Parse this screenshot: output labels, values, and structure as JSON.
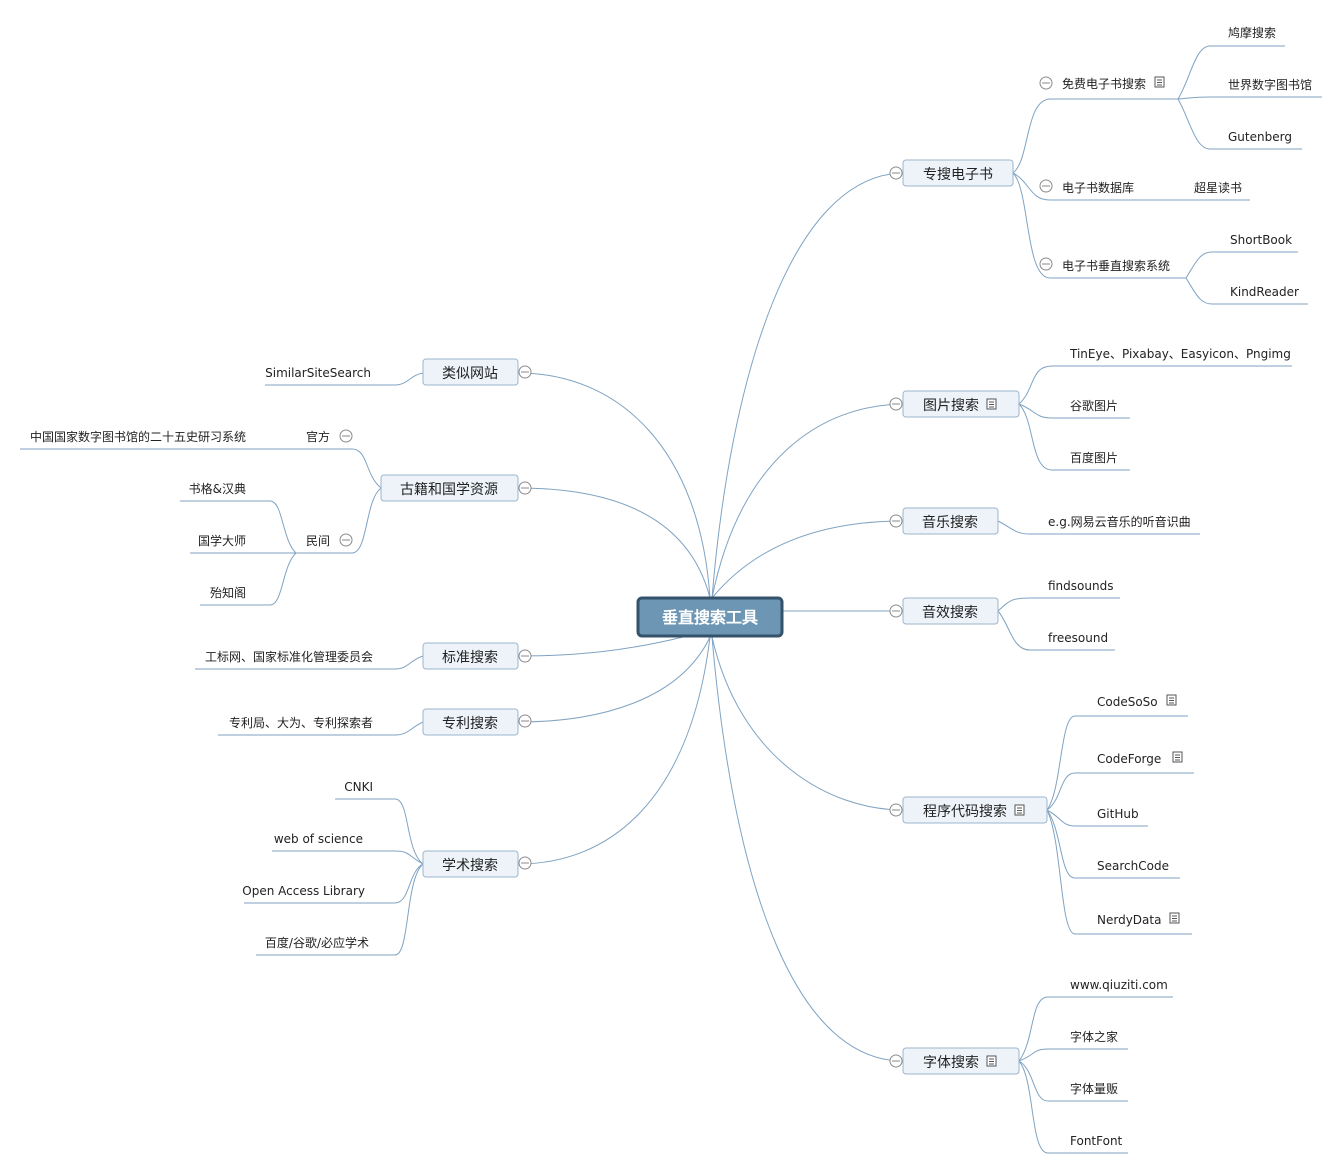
{
  "root": {
    "label": "垂直搜索工具"
  },
  "right": {
    "ebook": {
      "label": "专搜电子书",
      "free": {
        "label": "免费电子书搜索",
        "items": [
          "鸠摩搜索",
          "世界数字图书馆",
          "Gutenberg"
        ]
      },
      "db": {
        "label": "电子书数据库",
        "items": [
          "超星读书"
        ]
      },
      "vertical": {
        "label": "电子书垂直搜索系统",
        "items": [
          "ShortBook",
          "KindReader"
        ]
      }
    },
    "image": {
      "label": "图片搜索",
      "items": [
        "TinEye、Pixabay、Easyicon、Pngimg",
        "谷歌图片",
        "百度图片"
      ]
    },
    "music": {
      "label": "音乐搜索",
      "items": [
        "e.g.网易云音乐的听音识曲"
      ]
    },
    "sfx": {
      "label": "音效搜索",
      "items": [
        "findsounds",
        "freesound"
      ]
    },
    "code": {
      "label": "程序代码搜索",
      "items": [
        "CodeSoSo",
        "CodeForge",
        "GitHub",
        "SearchCode",
        "NerdyData"
      ]
    },
    "font": {
      "label": "字体搜索",
      "items": [
        "www.qiuziti.com",
        "字体之家",
        "字体量贩",
        "FontFont"
      ]
    }
  },
  "left": {
    "similar": {
      "label": "类似网站",
      "items": [
        "SimilarSiteSearch"
      ]
    },
    "ancient": {
      "label": "古籍和国学资源",
      "official": {
        "label": "官方",
        "items": [
          "中国国家数字图书馆的二十五史研习系统"
        ]
      },
      "folk": {
        "label": "民间",
        "items": [
          "书格&汉典",
          "国学大师",
          "殆知阁"
        ]
      }
    },
    "standard": {
      "label": "标准搜索",
      "items": [
        "工标网、国家标准化管理委员会"
      ]
    },
    "patent": {
      "label": "专利搜索",
      "items": [
        "专利局、大为、专利探索者"
      ]
    },
    "academic": {
      "label": "学术搜索",
      "items": [
        "CNKI",
        "web of science",
        "Open Access Library",
        "百度/谷歌/必应学术"
      ]
    }
  }
}
